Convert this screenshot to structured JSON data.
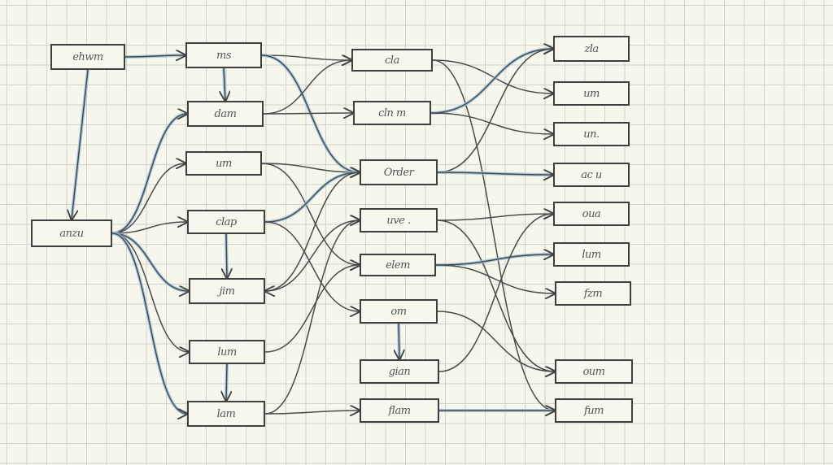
{
  "diagram": {
    "style": "hand-drawn pencil flowchart on graph paper",
    "colors": {
      "paper": "#f6f6ec",
      "grid": "#cfd4cc",
      "ink": "#3f3f3f",
      "highlight": "#9cc0dc"
    },
    "nodes": [
      {
        "id": "n1",
        "label": "ehwm",
        "col": 0
      },
      {
        "id": "n2",
        "label": "anzu",
        "col": 0
      },
      {
        "id": "c1",
        "label": "ms",
        "col": 1
      },
      {
        "id": "c2",
        "label": "dam",
        "col": 1
      },
      {
        "id": "c3",
        "label": "um",
        "col": 1
      },
      {
        "id": "c4",
        "label": "clap",
        "col": 1
      },
      {
        "id": "c5",
        "label": "jim",
        "col": 1
      },
      {
        "id": "c6",
        "label": "lum",
        "col": 1
      },
      {
        "id": "c7",
        "label": "lam",
        "col": 1
      },
      {
        "id": "d1",
        "label": "cla",
        "col": 2
      },
      {
        "id": "d2",
        "label": "cln m",
        "col": 2
      },
      {
        "id": "d3",
        "label": "Order",
        "col": 2
      },
      {
        "id": "d4",
        "label": "uve .",
        "col": 2
      },
      {
        "id": "d5",
        "label": "elem",
        "col": 2
      },
      {
        "id": "d6",
        "label": "om",
        "col": 2
      },
      {
        "id": "d7",
        "label": "gian",
        "col": 2
      },
      {
        "id": "d8",
        "label": "flam",
        "col": 2
      },
      {
        "id": "e1",
        "label": "zla",
        "col": 3
      },
      {
        "id": "e2",
        "label": "um",
        "col": 3
      },
      {
        "id": "e3",
        "label": "un.",
        "col": 3
      },
      {
        "id": "e4",
        "label": "ac u",
        "col": 3
      },
      {
        "id": "e5",
        "label": "oua",
        "col": 3
      },
      {
        "id": "e6",
        "label": "lum",
        "col": 3
      },
      {
        "id": "e7",
        "label": "fzm",
        "col": 3
      },
      {
        "id": "e8",
        "label": "oum",
        "col": 3
      },
      {
        "id": "e9",
        "label": "fum",
        "col": 3
      }
    ],
    "edges": [
      {
        "from": "n1",
        "to": "c1",
        "highlight": true
      },
      {
        "from": "n1",
        "to": "n2",
        "highlight": true
      },
      {
        "from": "c1",
        "to": "c2",
        "highlight": true
      },
      {
        "from": "n2",
        "to": "c2",
        "highlight": true
      },
      {
        "from": "n2",
        "to": "c3",
        "highlight": false
      },
      {
        "from": "n2",
        "to": "c4",
        "highlight": false
      },
      {
        "from": "n2",
        "to": "c5",
        "highlight": true
      },
      {
        "from": "n2",
        "to": "c6",
        "highlight": false
      },
      {
        "from": "n2",
        "to": "c7",
        "highlight": true
      },
      {
        "from": "c4",
        "to": "c5",
        "highlight": true
      },
      {
        "from": "c6",
        "to": "c7",
        "highlight": true
      },
      {
        "from": "c1",
        "to": "d1",
        "highlight": false
      },
      {
        "from": "c1",
        "to": "d3",
        "highlight": true
      },
      {
        "from": "c2",
        "to": "d2",
        "highlight": false
      },
      {
        "from": "c2",
        "to": "d1",
        "highlight": false
      },
      {
        "from": "c3",
        "to": "d3",
        "highlight": false
      },
      {
        "from": "c3",
        "to": "d5",
        "highlight": false
      },
      {
        "from": "c4",
        "to": "d3",
        "highlight": true
      },
      {
        "from": "c4",
        "to": "d6",
        "highlight": false
      },
      {
        "from": "c5",
        "to": "d4",
        "highlight": false
      },
      {
        "from": "d3",
        "to": "c5",
        "highlight": false
      },
      {
        "from": "c6",
        "to": "d5",
        "highlight": false
      },
      {
        "from": "c7",
        "to": "d4",
        "highlight": false
      },
      {
        "from": "c7",
        "to": "d8",
        "highlight": false
      },
      {
        "from": "d6",
        "to": "d7",
        "highlight": true
      },
      {
        "from": "d1",
        "to": "e2",
        "highlight": false
      },
      {
        "from": "d1",
        "to": "e9",
        "highlight": false
      },
      {
        "from": "d2",
        "to": "e1",
        "highlight": true
      },
      {
        "from": "d2",
        "to": "e3",
        "highlight": false
      },
      {
        "from": "d3",
        "to": "e1",
        "highlight": false
      },
      {
        "from": "d3",
        "to": "e4",
        "highlight": true
      },
      {
        "from": "d4",
        "to": "e5",
        "highlight": false
      },
      {
        "from": "d4",
        "to": "e8",
        "highlight": false
      },
      {
        "from": "d5",
        "to": "e6",
        "highlight": true
      },
      {
        "from": "d6",
        "to": "e8",
        "highlight": false
      },
      {
        "from": "d7",
        "to": "e5",
        "highlight": false
      },
      {
        "from": "d8",
        "to": "e9",
        "highlight": true
      },
      {
        "from": "d5",
        "to": "e7",
        "highlight": false
      }
    ]
  }
}
